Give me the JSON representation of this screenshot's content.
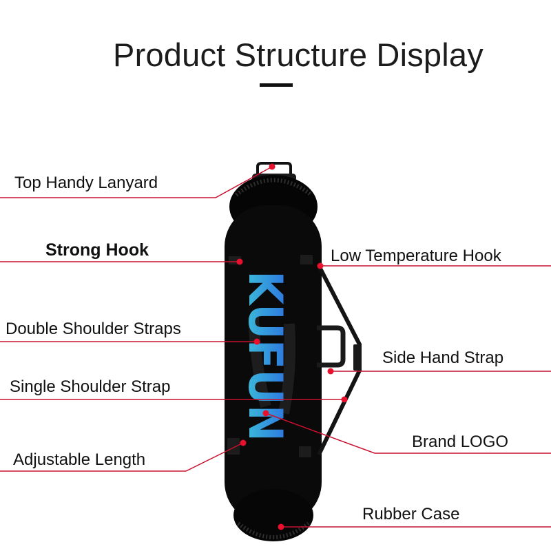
{
  "header": {
    "title": "Product Structure Display"
  },
  "labels": {
    "top_handy_lanyard": "Top Handy Lanyard",
    "strong_hook": "Strong Hook",
    "low_temperature_hook": "Low Temperature Hook",
    "double_shoulder_straps": "Double Shoulder Straps",
    "side_hand_strap": "Side Hand Strap",
    "single_shoulder_strap": "Single Shoulder Strap",
    "brand_logo": "Brand LOGO",
    "adjustable_length": "Adjustable Length",
    "rubber_case": "Rubber Case"
  },
  "product": {
    "logo_text": "KUFUN"
  },
  "colors": {
    "leader_line": "#c8102e",
    "bag_body": "#0a0a0a",
    "logo_gradient_top": "#2b6fe0",
    "logo_gradient_bottom": "#3fc7d8"
  }
}
